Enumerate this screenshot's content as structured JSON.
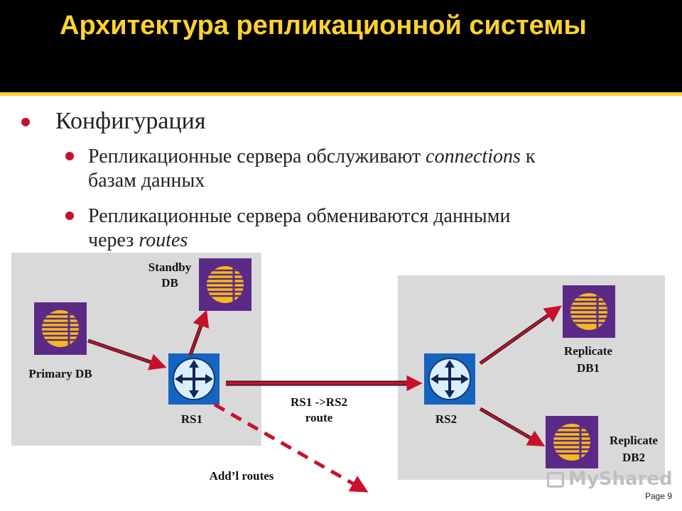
{
  "slide": {
    "title": "Архитектура репликационной системы",
    "page_label": "Page 9",
    "watermark": "MyShared"
  },
  "bullets": {
    "level1": "Конфигурация",
    "b1": {
      "text1": "Репликационные сервера обслуживают ",
      "italic": "connections",
      "text2": " к",
      "line2": "базам данных"
    },
    "b2": {
      "line1": "Репликационные сервера обмениваются данными",
      "text": "через ",
      "italic": "routes"
    }
  },
  "diagram": {
    "primary_db": "Primary DB",
    "standby_db": [
      "Standby",
      "DB"
    ],
    "rs1": "RS1",
    "rs2": "RS2",
    "route": [
      "RS1 ->RS2",
      "route"
    ],
    "replicate_db1": [
      "Replicate",
      "DB1"
    ],
    "replicate_db2": [
      "Replicate",
      "DB2"
    ],
    "addl_routes": "Add’l routes"
  },
  "colors": {
    "header_bg": "#000000",
    "title": "#ffd22e",
    "bullet": "#c8102e",
    "arrow": "#c8102e",
    "db_icon_bg": "#5b2a86",
    "db_icon_fg": "#f5b91e",
    "router_bg": "#1565c0",
    "panel": "#d9d9d9"
  },
  "icons": {
    "db": "database-icon",
    "router": "router-icon"
  }
}
